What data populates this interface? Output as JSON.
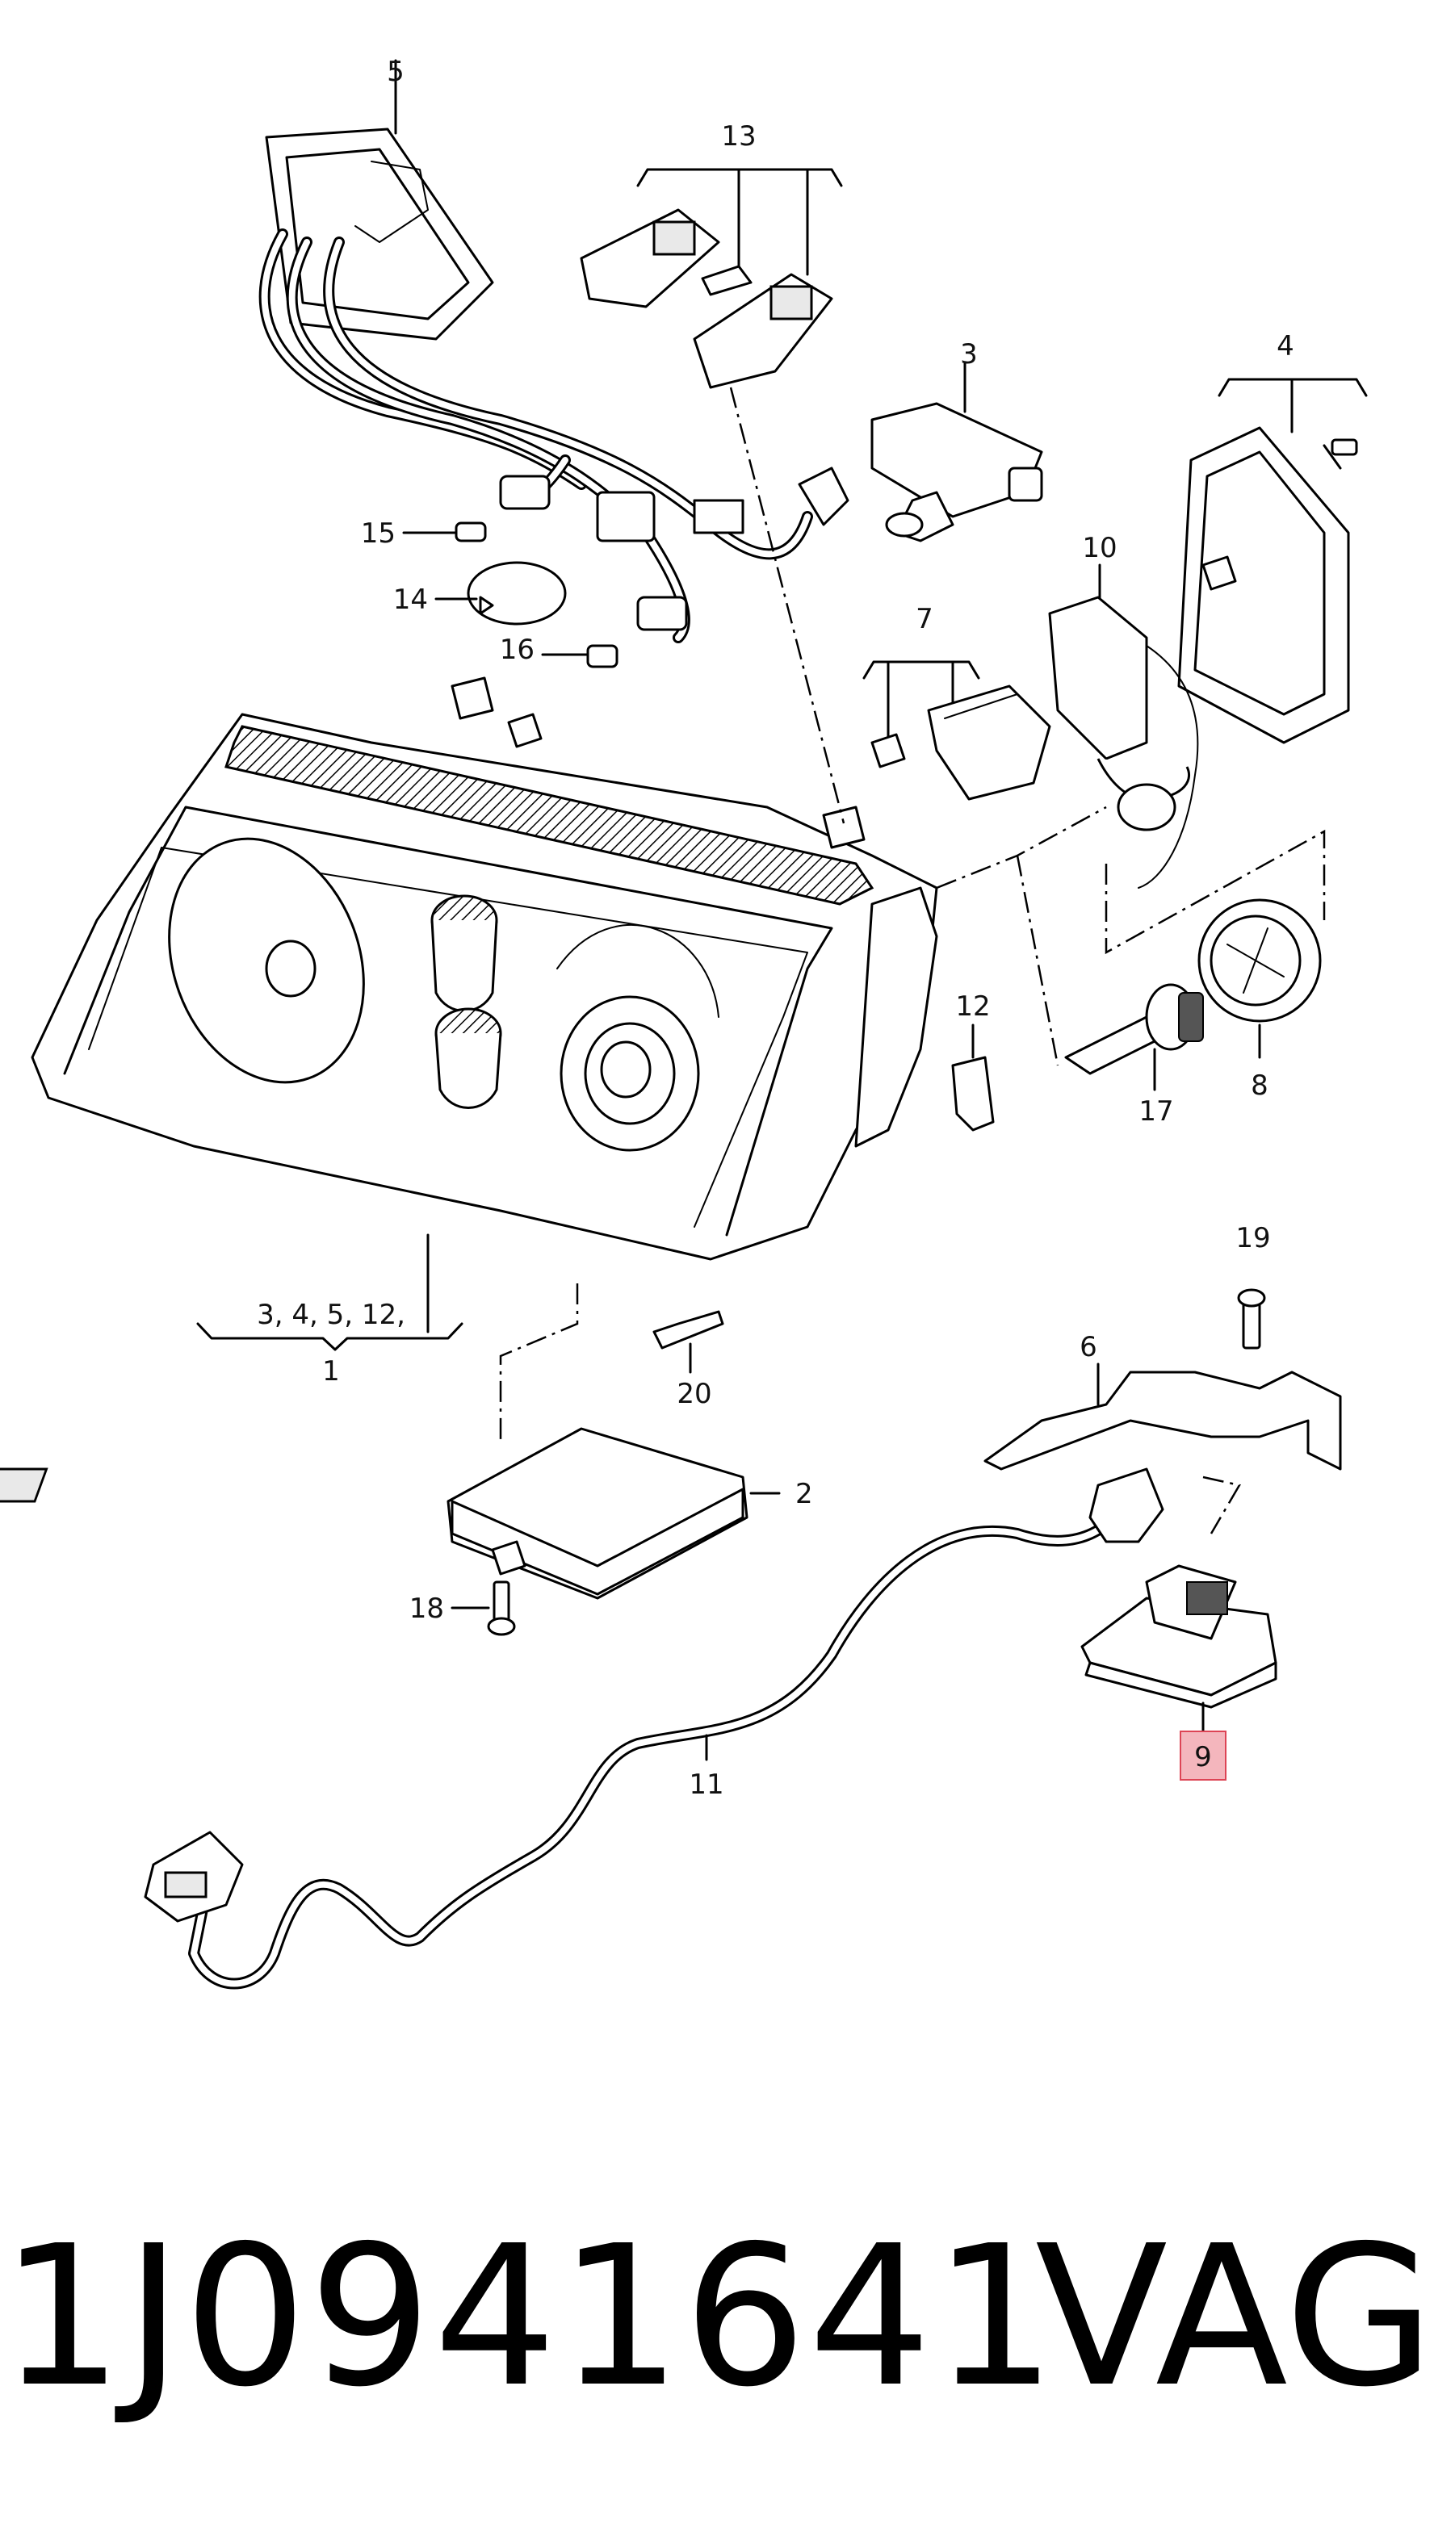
{
  "diagram": {
    "callouts": {
      "c1": "1",
      "c1_group": "3, 4, 5, 12,",
      "c2": "2",
      "c3": "3",
      "c4": "4",
      "c5": "5",
      "c6": "6",
      "c7": "7",
      "c8": "8",
      "c9": "9",
      "c10": "10",
      "c11": "11",
      "c12": "12",
      "c13": "13",
      "c14": "14",
      "c15": "15",
      "c16": "16",
      "c17": "17",
      "c18": "18",
      "c19": "19",
      "c20": "20"
    },
    "highlight_color": "#f4b6bd"
  },
  "caption": {
    "part_number": "1J0941641",
    "brand": "VAG"
  }
}
